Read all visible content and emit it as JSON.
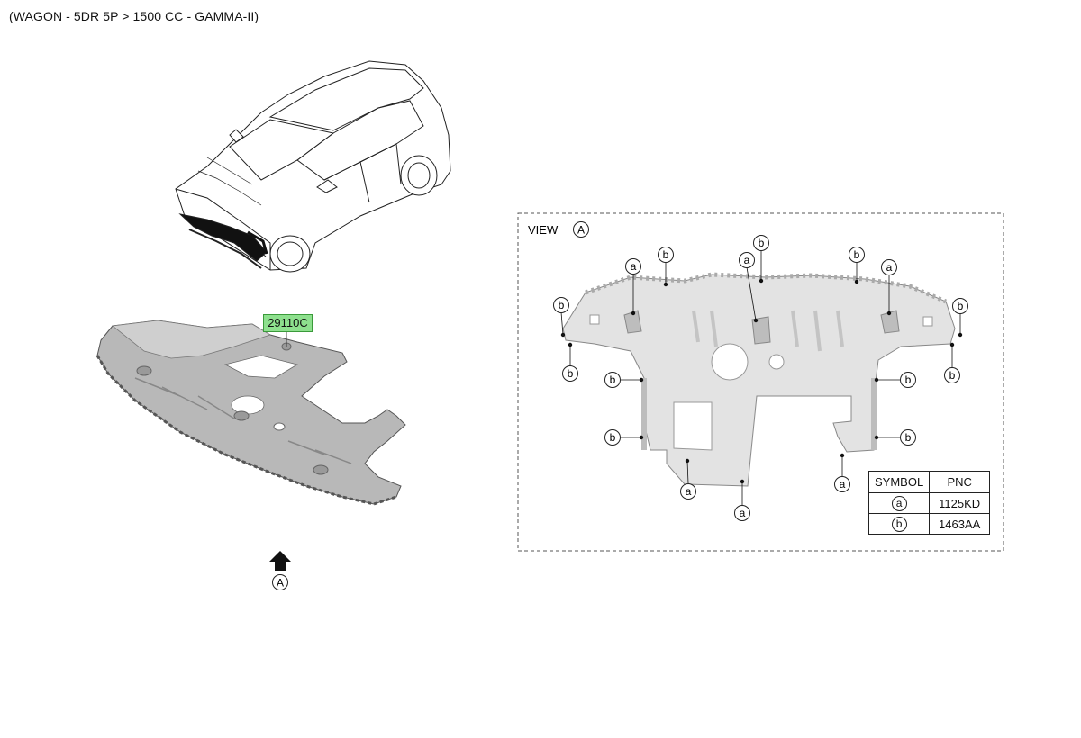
{
  "header": {
    "title": "(WAGON - 5DR 5P > 1500 CC - GAMMA-II)"
  },
  "part_tag": {
    "pnc": "29110C",
    "highlight_color": "#8ee08e"
  },
  "view_marker": {
    "letter": "A",
    "arrow_icon": "up-arrow-icon"
  },
  "view_box": {
    "title": "VIEW",
    "letter": "A"
  },
  "callouts": {
    "a": "a",
    "b": "b"
  },
  "legend": {
    "headers": [
      "SYMBOL",
      "PNC"
    ],
    "rows": [
      {
        "symbol": "a",
        "pnc": "1125KD"
      },
      {
        "symbol": "b",
        "pnc": "1463AA"
      }
    ]
  }
}
